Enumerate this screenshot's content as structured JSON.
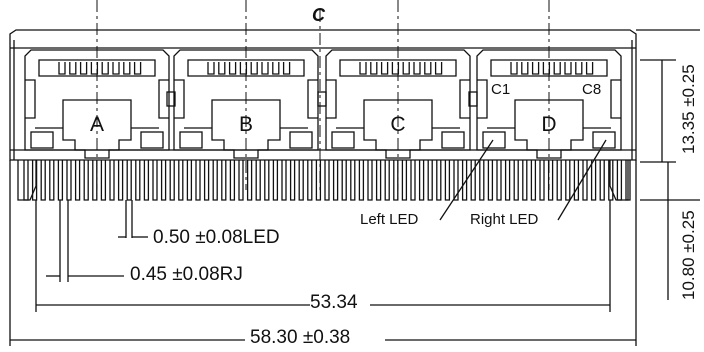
{
  "centerline_label": "C",
  "ports": [
    {
      "letter": "A"
    },
    {
      "letter": "B"
    },
    {
      "letter": "C"
    },
    {
      "letter": "D"
    }
  ],
  "contact_labels": {
    "first": "C1",
    "last": "C8"
  },
  "led_labels": {
    "left": "Left LED",
    "right": "Right LED"
  },
  "dimensions": {
    "led_pitch": "0.50 ±0.08LED",
    "rj_pitch": "0.45 ±0.08RJ",
    "pin_span": "53.34",
    "overall_width": "58.30 ±0.38",
    "body_height": "13.35 ±0.25",
    "pin_height": "10.80 ±0.25"
  }
}
